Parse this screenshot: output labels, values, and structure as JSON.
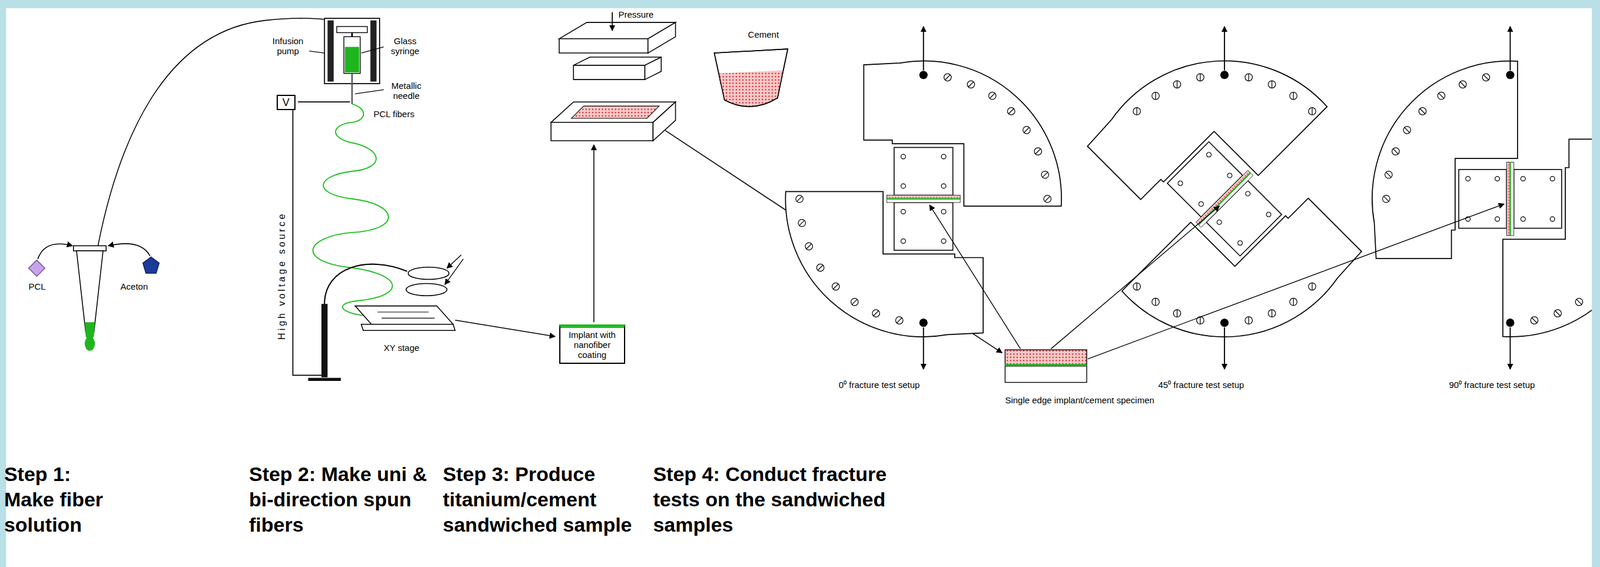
{
  "diagram": {
    "nodes": [
      {
        "text": [
          "V"
        ]
      },
      {
        "text": [
          "Implant with nanofiber coating"
        ]
      }
    ],
    "labels": [
      "PCL",
      "Aceton",
      "Infusion pump",
      "Glass syringe",
      "Metallic needle",
      "PCL fibers",
      "High voltage source",
      "XY stage",
      "Pressure",
      "Cement",
      "0⁰ fracture test setup",
      "45⁰ fracture test setup",
      "90⁰ fracture test setup",
      "Single edge implant/cement specimen",
      "Step 1: Make fiber solution",
      "Step 2: Make uni & bi-direction spun fibers",
      "Step 3: Produce titanium/cement sandwiched sample",
      "Step 4: Conduct fracture tests on the sandwiched samples"
    ]
  }
}
